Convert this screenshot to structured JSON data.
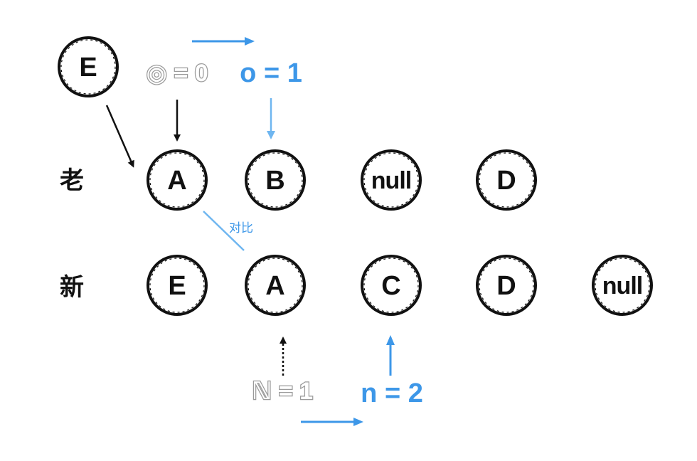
{
  "rows": {
    "old_label": "老",
    "new_label": "新"
  },
  "floating_node": {
    "label": "E"
  },
  "old_nodes": [
    {
      "label": "A"
    },
    {
      "label": "B"
    },
    {
      "label": "null"
    },
    {
      "label": "D"
    }
  ],
  "new_nodes": [
    {
      "label": "E"
    },
    {
      "label": "A"
    },
    {
      "label": "C"
    },
    {
      "label": "D"
    },
    {
      "label": "null"
    }
  ],
  "pointers": {
    "old_prev": "◎ = 0",
    "old_cur": "o = 1",
    "new_prev": "ℕ = 1",
    "new_cur": "n = 2"
  },
  "compare_label": "对比",
  "colors": {
    "blue": "#3d97e8",
    "light_blue": "#6fb6f0",
    "gray": "#9a9a9a",
    "black": "#111111"
  }
}
